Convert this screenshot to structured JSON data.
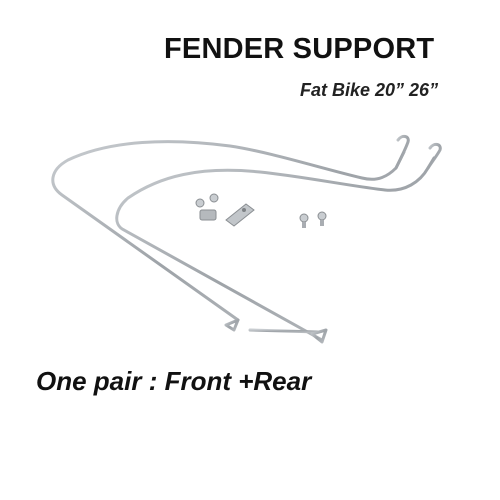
{
  "header": {
    "title": "FENDER SUPPORT",
    "subtitle": "Fat Bike 20” 26”"
  },
  "caption": "One pair : Front +Rear",
  "colors": {
    "background": "#ffffff",
    "text": "#111111",
    "metal": "#a9adb2"
  },
  "icons": [
    "fender-stay-rear-icon",
    "fender-stay-front-icon",
    "mounting-bracket-icon",
    "screw-icon"
  ]
}
